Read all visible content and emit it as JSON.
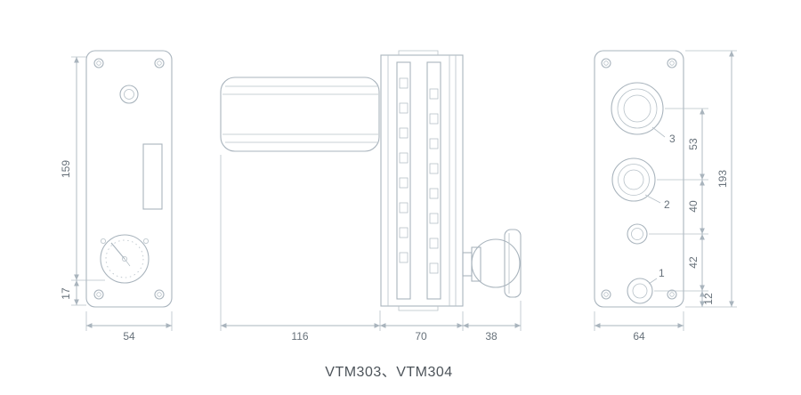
{
  "caption": "VTM303、VTM304",
  "colors": {
    "line": "#a9b4bd",
    "text": "#67717a"
  },
  "front_view": {
    "height": "159",
    "bottom_offset": "17",
    "width": "54"
  },
  "side_view": {
    "body_length": "116",
    "fin_length": "70",
    "knob_length": "38"
  },
  "rear_view": {
    "port_spacing_top": "53",
    "overall_height": "193",
    "port_spacing_mid": "40",
    "port_spacing_low": "42",
    "bottom_offset": "12",
    "width": "64",
    "port3_label": "3",
    "port2_label": "2",
    "port1_label": "1"
  }
}
